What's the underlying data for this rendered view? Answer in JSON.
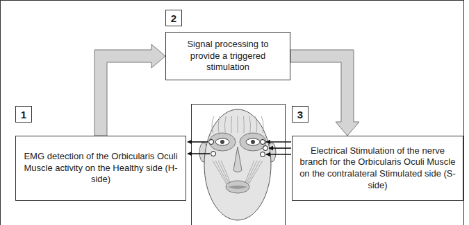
{
  "diagram": {
    "nodes": [
      {
        "text": [
          "2"
        ]
      },
      {
        "text": [
          "Signal processing to provide a triggered stimulation"
        ]
      },
      {
        "text": [
          "1"
        ]
      },
      {
        "text": [
          "3"
        ]
      },
      {
        "text": [
          "EMG detection of the Orbicularis Oculi Muscle activity on the Healthy side (H-side)"
        ]
      },
      {
        "text": [
          "Electrical Stimulation of the nerve branch for the Orbicularis Oculi Muscle on the contralateral Stimulated side (S-side)"
        ]
      }
    ],
    "edges": [
      {
        "from": 4,
        "to": 1,
        "arrow": "to"
      },
      {
        "from": 1,
        "to": 5,
        "arrow": "to"
      }
    ]
  }
}
